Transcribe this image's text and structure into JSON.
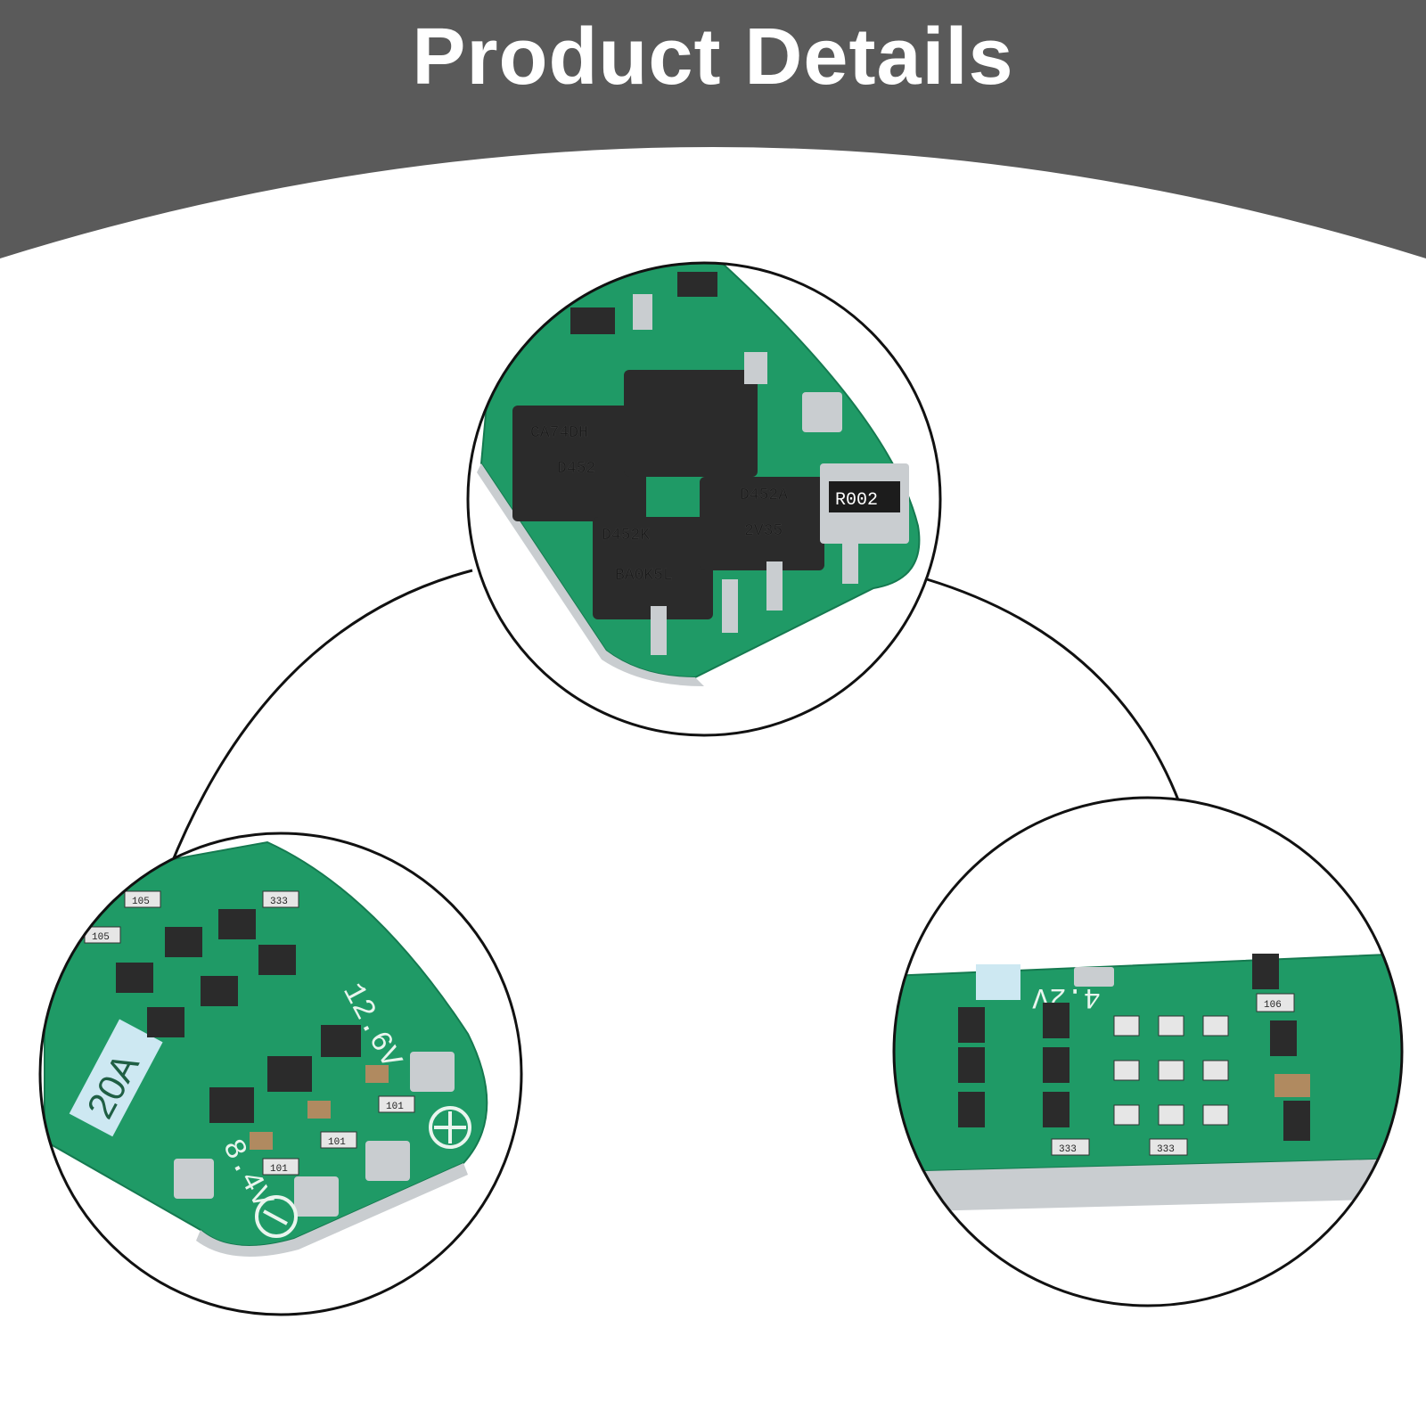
{
  "header": {
    "title": "Product Details",
    "bg_color": "#5a5a5a"
  },
  "colors": {
    "pcb_green": "#1f9a66",
    "pcb_dark": "#157a50",
    "chip": "#2b2b2b",
    "metal": "#c9cdd0",
    "outline": "#111111"
  },
  "details": {
    "top": {
      "chips": [
        "CA74DH",
        "D452",
        "D452K",
        "BA0K5L",
        "D452A",
        "2V35"
      ],
      "resistor": "R002"
    },
    "left": {
      "label": "20A",
      "voltage_top": "12.6V",
      "voltage_bottom": "8.4V",
      "resistors": [
        "105",
        "105",
        "333",
        "101",
        "101",
        "101"
      ]
    },
    "right": {
      "voltage": "4.2V",
      "resistors": [
        "106",
        "333",
        "333"
      ]
    }
  }
}
